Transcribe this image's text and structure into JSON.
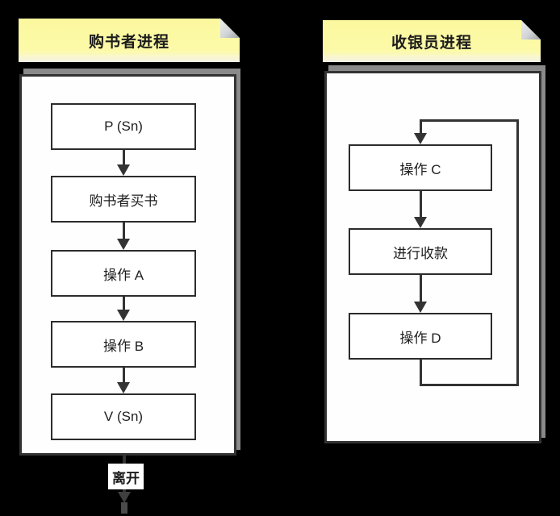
{
  "diagram": {
    "left_panel": {
      "title": "购书者进程",
      "nodes": [
        "P (Sn)",
        "购书者买书",
        "操作 A",
        "操作 B",
        "V (Sn)"
      ],
      "exit_label": "离开",
      "edges": [
        "P (Sn)→购书者买书",
        "购书者买书→操作 A",
        "操作 A→操作 B",
        "操作 B→V (Sn)",
        "V (Sn)→离开(出口)"
      ]
    },
    "right_panel": {
      "title": "收银员进程",
      "nodes": [
        "操作 C",
        "进行收款",
        "操作 D"
      ],
      "edges": [
        "操作 C→进行收款",
        "进行收款→操作 D",
        "操作 D→(循环回)操作 C"
      ]
    },
    "colors": {
      "background": "#000000",
      "note_yellow": "#FBF9A6",
      "fold_gray": "#C9CCD0",
      "frame_white": "#FEFEFE",
      "frame_border": "#333333",
      "frame_shadow": "#8A8A8A",
      "line_dark": "#333333"
    }
  }
}
